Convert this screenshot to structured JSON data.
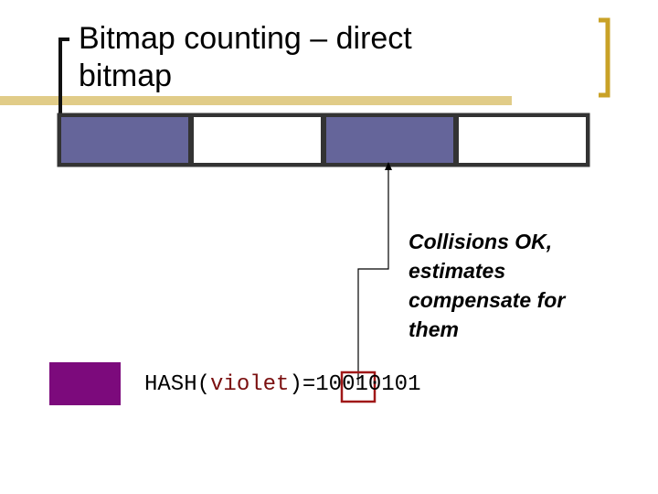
{
  "slide": {
    "title_line1": "Bitmap counting – direct",
    "title_line2": "bitmap",
    "accent_color": "#c9a227",
    "bracket_color": "#111111"
  },
  "bitmap": {
    "cells": [
      {
        "state": "set",
        "color": "#65659a"
      },
      {
        "state": "empty",
        "color": "#ffffff"
      },
      {
        "state": "set",
        "color": "#65659a"
      },
      {
        "state": "empty",
        "color": "#ffffff"
      }
    ]
  },
  "hash": {
    "swatch_color": "#7c0a7c",
    "func": "HASH(",
    "arg": "violet",
    "close": ")=",
    "bits_highlight": "10",
    "bits_rest": "010101",
    "highlight_color": "#a01818"
  },
  "callout": {
    "lines": [
      "Collisions OK,",
      "estimates",
      "compensate for",
      "them"
    ]
  }
}
